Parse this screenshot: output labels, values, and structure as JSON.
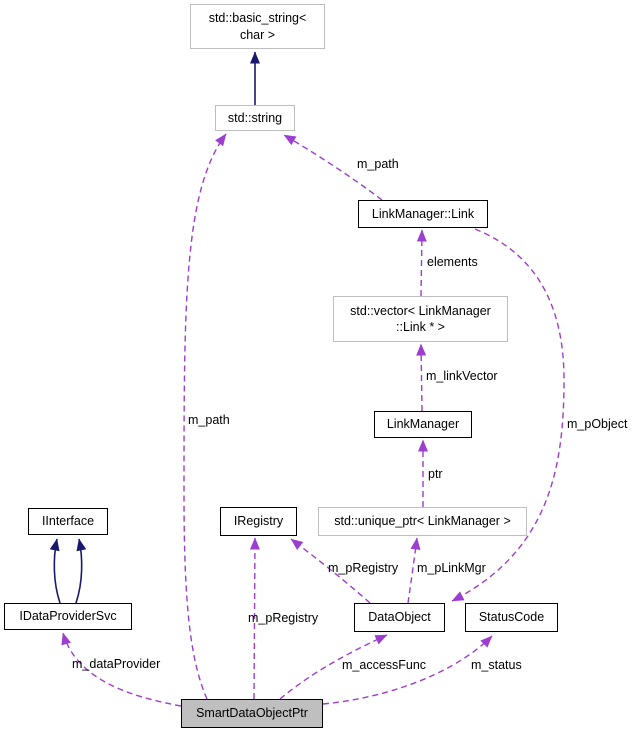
{
  "nodes": {
    "basic_string": {
      "lines": [
        "std::basic_string<",
        "char >"
      ]
    },
    "string": {
      "label": "std::string"
    },
    "link": {
      "label": "LinkManager::Link"
    },
    "vector": {
      "lines": [
        "std::vector< LinkManager",
        "::Link * >"
      ]
    },
    "linkmanager": {
      "label": "LinkManager"
    },
    "iregistry": {
      "label": "IRegistry"
    },
    "unique_ptr": {
      "label": "std::unique_ptr< LinkManager >"
    },
    "iinterface": {
      "label": "IInterface"
    },
    "idataprovidersvc": {
      "label": "IDataProviderSvc"
    },
    "dataobject": {
      "label": "DataObject"
    },
    "statuscode": {
      "label": "StatusCode"
    },
    "smartdataobjectptr": {
      "label": "SmartDataObjectPtr"
    }
  },
  "edge_labels": {
    "m_path_right": "m_path",
    "elements": "elements",
    "m_linkvector": "m_linkVector",
    "m_pobject": "m_pObject",
    "ptr": "ptr",
    "m_pregistry_upper": "m_pRegistry",
    "m_plinkmgr": "m_pLinkMgr",
    "m_pregistry_lower": "m_pRegistry",
    "m_path_left": "m_path",
    "m_dataprovider": "m_dataProvider",
    "m_accessfunc": "m_accessFunc",
    "m_status": "m_status"
  },
  "colors": {
    "usage_edge": "#9c3ecf",
    "inheritance_edge": "#191970",
    "external_node_border": "#bebebe",
    "node_border": "#000000",
    "focus_node_fill": "#bfbfbf",
    "background": "#ffffff"
  }
}
